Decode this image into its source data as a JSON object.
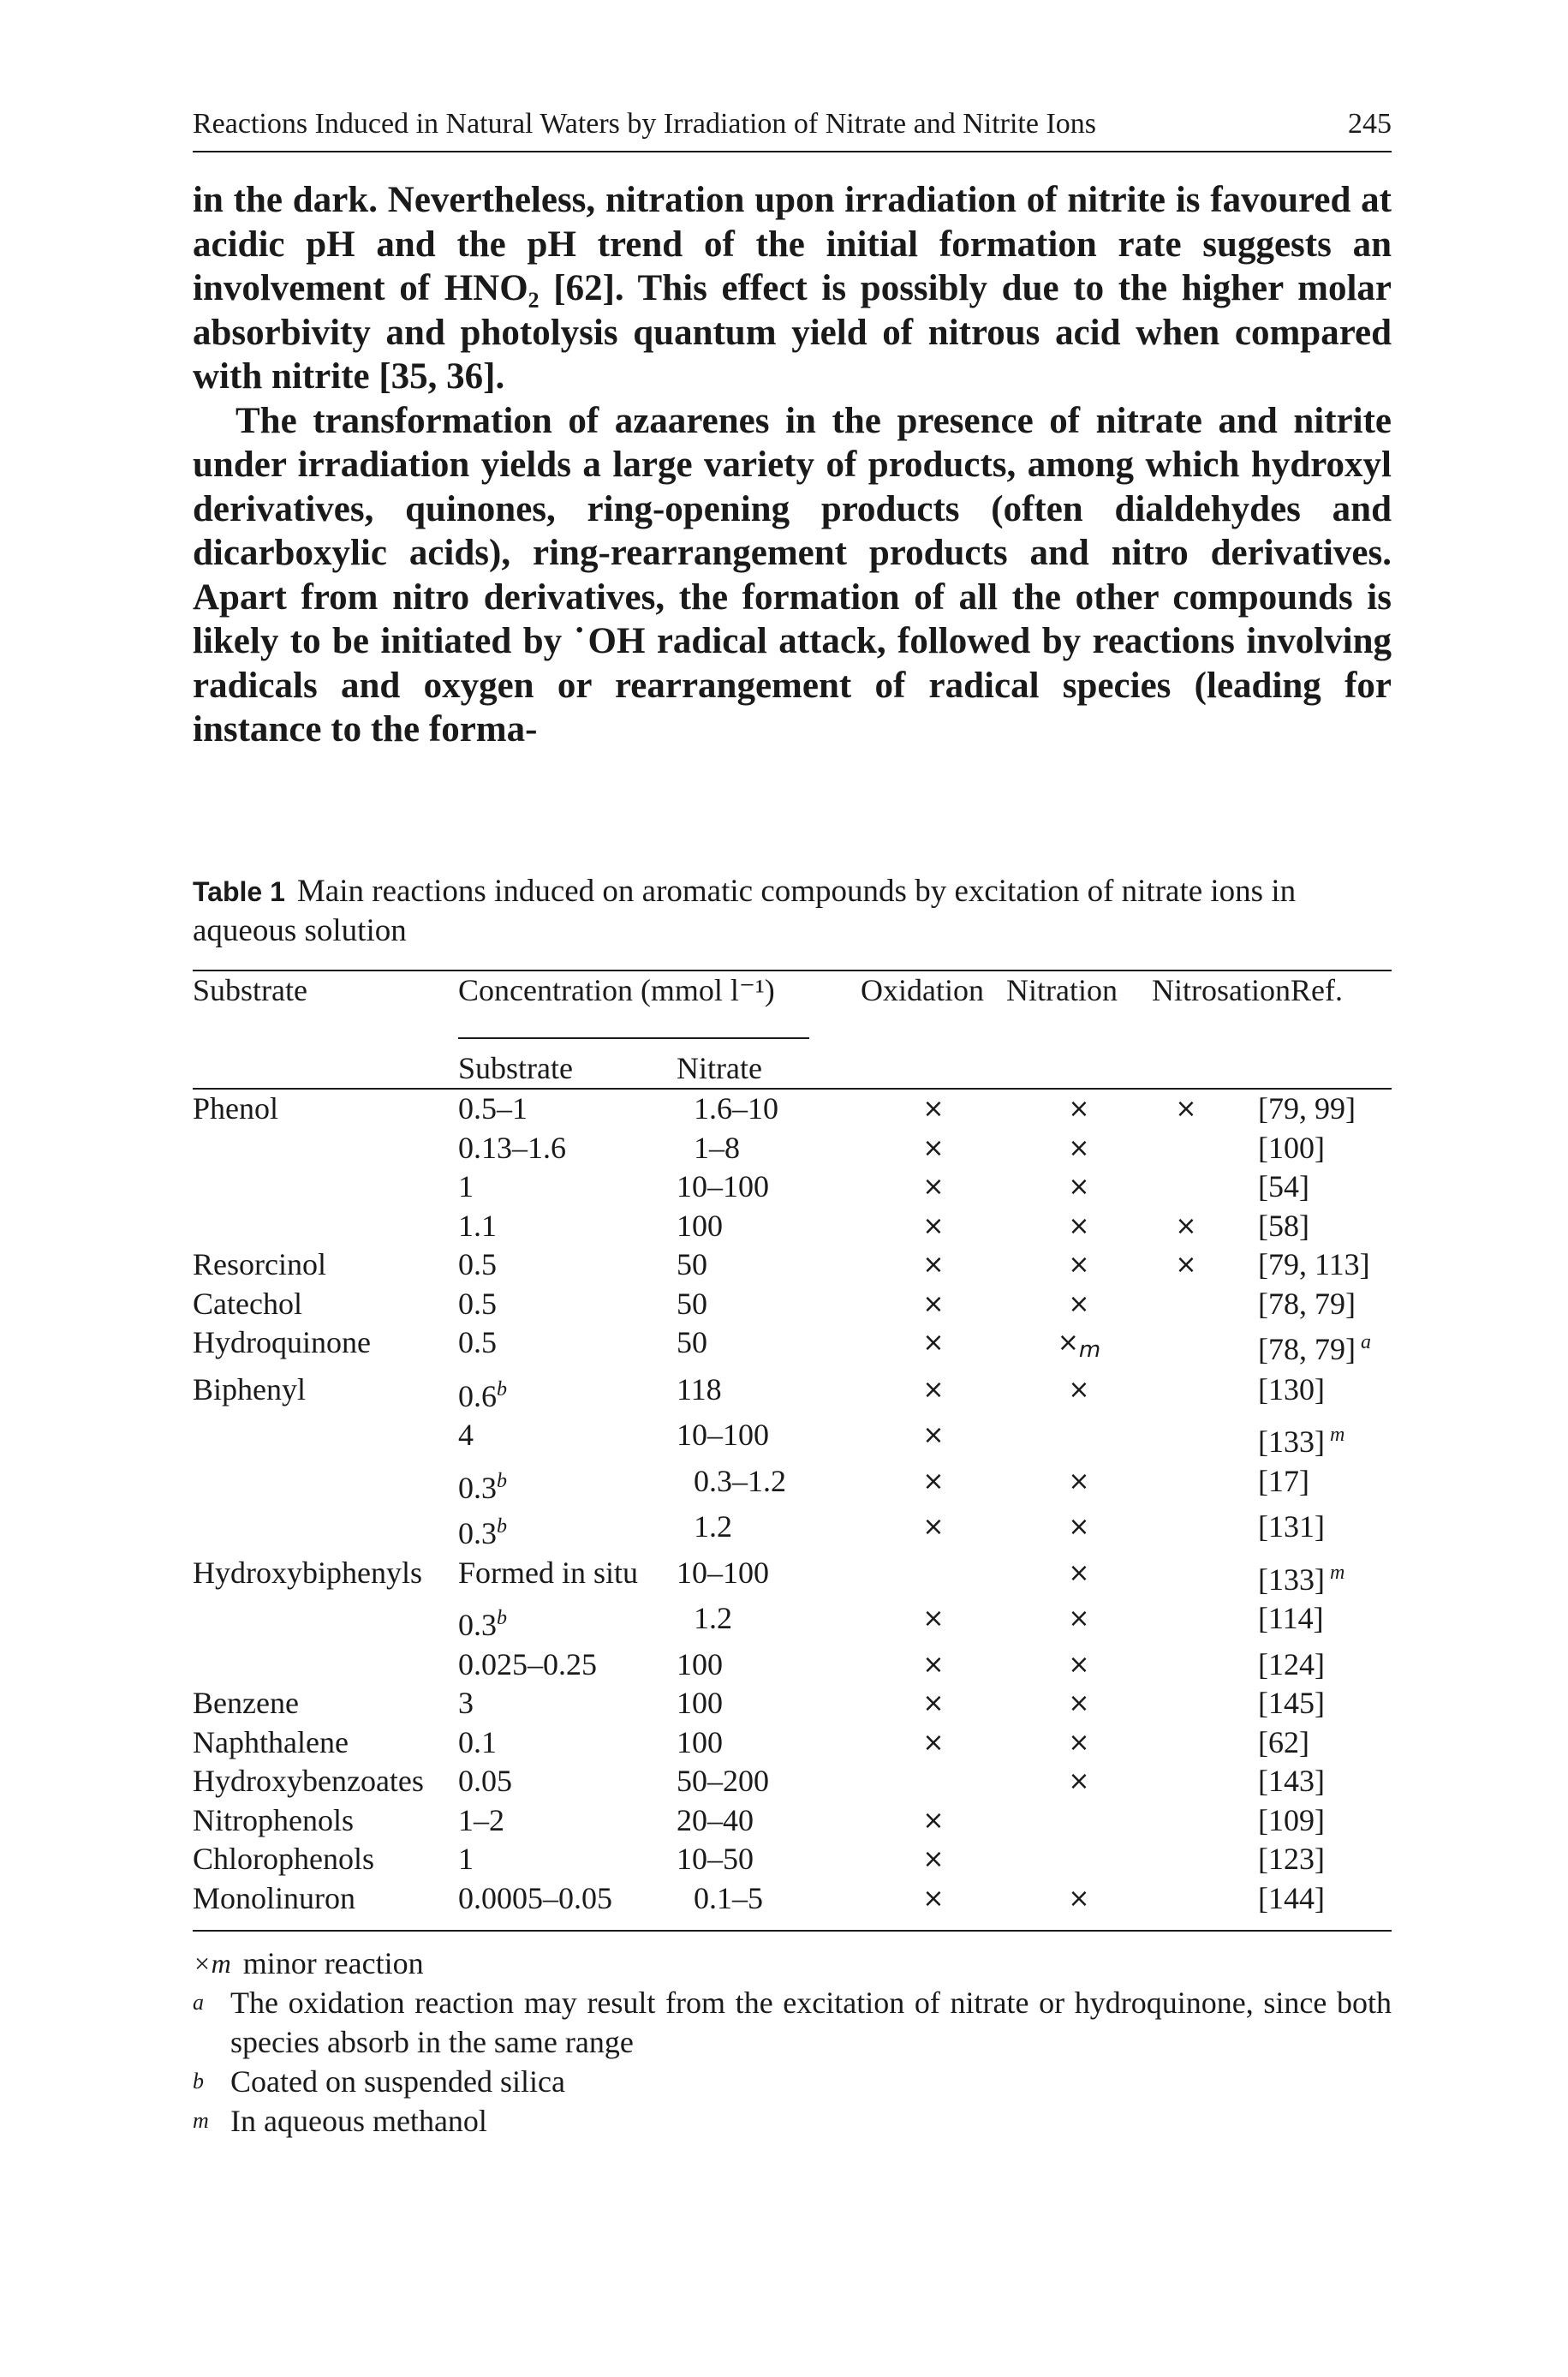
{
  "running_head": {
    "title": "Reactions Induced in Natural Waters by Irradiation of Nitrate and Nitrite Ions",
    "page_number": "245"
  },
  "body": {
    "paragraph1": "in the dark. Nevertheless, nitration upon irradiation of nitrite is favoured at acidic pH and the pH trend of the initial formation rate suggests an involvement of HNO₂ [62]. This effect is possibly due to the higher molar absorbivity and photolysis quantum yield of nitrous acid when compared with nitrite [35, 36].",
    "paragraph2": "The transformation of azaarenes in the presence of nitrate and nitrite under irradiation yields a large variety of products, among which hydroxyl derivatives, quinones, ring-opening products (often dialdehydes and dicarboxylic acids), ring-rearrangement products and nitro derivatives. Apart from nitro derivatives, the formation of all the other compounds is likely to be initiated by ˙OH radical attack, followed by reactions involving radicals and oxygen or rearrangement of radical species (leading for instance to the forma-"
  },
  "table": {
    "caption_label": "Table 1",
    "caption_text": "Main reactions induced on aromatic compounds by excitation of nitrate ions in aqueous solution",
    "headers": {
      "substrate": "Substrate",
      "concentration": "Concentration (mmol l⁻¹)",
      "oxidation": "Oxidation",
      "nitration": "Nitration",
      "nitrosation": "Nitrosation",
      "ref": "Ref.",
      "conc_substrate": "Substrate",
      "conc_nitrate": "Nitrate"
    },
    "mark_symbol": "×",
    "rows": [
      {
        "substrate": "Phenol",
        "conc": "0.5–1",
        "conc_fn": "",
        "nitrate": "1.6–10",
        "ox": "×",
        "ni": "×",
        "ni_fn": "",
        "nis": "×",
        "ref": "[79, 99]",
        "ref_fn": ""
      },
      {
        "substrate": "",
        "conc": "0.13–1.6",
        "conc_fn": "",
        "nitrate": "1–8",
        "ox": "×",
        "ni": "×",
        "ni_fn": "",
        "nis": "",
        "ref": "[100]",
        "ref_fn": ""
      },
      {
        "substrate": "",
        "conc": "1",
        "conc_fn": "",
        "nitrate": "10–100",
        "ox": "×",
        "ni": "×",
        "ni_fn": "",
        "nis": "",
        "ref": "[54]",
        "ref_fn": ""
      },
      {
        "substrate": "",
        "conc": "1.1",
        "conc_fn": "",
        "nitrate": "100",
        "ox": "×",
        "ni": "×",
        "ni_fn": "",
        "nis": "×",
        "ref": "[58]",
        "ref_fn": ""
      },
      {
        "substrate": "Resorcinol",
        "conc": "0.5",
        "conc_fn": "",
        "nitrate": "50",
        "ox": "×",
        "ni": "×",
        "ni_fn": "",
        "nis": "×",
        "ref": "[79, 113]",
        "ref_fn": ""
      },
      {
        "substrate": "Catechol",
        "conc": "0.5",
        "conc_fn": "",
        "nitrate": "50",
        "ox": "×",
        "ni": "×",
        "ni_fn": "",
        "nis": "",
        "ref": "[78, 79]",
        "ref_fn": ""
      },
      {
        "substrate": "Hydroquinone",
        "conc": "0.5",
        "conc_fn": "",
        "nitrate": "50",
        "ox": "×",
        "ni": "×",
        "ni_fn": "m",
        "nis": "",
        "ref": "[78, 79]",
        "ref_fn": "a"
      },
      {
        "substrate": "Biphenyl",
        "conc": "0.6",
        "conc_fn": "b",
        "nitrate": "118",
        "ox": "×",
        "ni": "×",
        "ni_fn": "",
        "nis": "",
        "ref": "[130]",
        "ref_fn": ""
      },
      {
        "substrate": "",
        "conc": "4",
        "conc_fn": "",
        "nitrate": "10–100",
        "ox": "×",
        "ni": "",
        "ni_fn": "",
        "nis": "",
        "ref": "[133]",
        "ref_fn": "m"
      },
      {
        "substrate": "",
        "conc": "0.3",
        "conc_fn": "b",
        "nitrate": "0.3–1.2",
        "ox": "×",
        "ni": "×",
        "ni_fn": "",
        "nis": "",
        "ref": "[17]",
        "ref_fn": ""
      },
      {
        "substrate": "",
        "conc": "0.3",
        "conc_fn": "b",
        "nitrate": "1.2",
        "ox": "×",
        "ni": "×",
        "ni_fn": "",
        "nis": "",
        "ref": "[131]",
        "ref_fn": ""
      },
      {
        "substrate": "Hydroxybiphenyls",
        "conc": "Formed in situ",
        "conc_fn": "",
        "nitrate": "10–100",
        "ox": "",
        "ni": "×",
        "ni_fn": "",
        "nis": "",
        "ref": "[133]",
        "ref_fn": "m"
      },
      {
        "substrate": "",
        "conc": "0.3",
        "conc_fn": "b",
        "nitrate": "1.2",
        "ox": "×",
        "ni": "×",
        "ni_fn": "",
        "nis": "",
        "ref": "[114]",
        "ref_fn": ""
      },
      {
        "substrate": "",
        "conc": "0.025–0.25",
        "conc_fn": "",
        "nitrate": "100",
        "ox": "×",
        "ni": "×",
        "ni_fn": "",
        "nis": "",
        "ref": "[124]",
        "ref_fn": ""
      },
      {
        "substrate": "Benzene",
        "conc": "3",
        "conc_fn": "",
        "nitrate": "100",
        "ox": "×",
        "ni": "×",
        "ni_fn": "",
        "nis": "",
        "ref": "[145]",
        "ref_fn": ""
      },
      {
        "substrate": "Naphthalene",
        "conc": "0.1",
        "conc_fn": "",
        "nitrate": "100",
        "ox": "×",
        "ni": "×",
        "ni_fn": "",
        "nis": "",
        "ref": "[62]",
        "ref_fn": ""
      },
      {
        "substrate": "Hydroxybenzoates",
        "conc": "0.05",
        "conc_fn": "",
        "nitrate": "50–200",
        "ox": "",
        "ni": "×",
        "ni_fn": "",
        "nis": "",
        "ref": "[143]",
        "ref_fn": ""
      },
      {
        "substrate": "Nitrophenols",
        "conc": "1–2",
        "conc_fn": "",
        "nitrate": "20–40",
        "ox": "×",
        "ni": "",
        "ni_fn": "",
        "nis": "",
        "ref": "[109]",
        "ref_fn": ""
      },
      {
        "substrate": "Chlorophenols",
        "conc": "1",
        "conc_fn": "",
        "nitrate": "10–50",
        "ox": "×",
        "ni": "",
        "ni_fn": "",
        "nis": "",
        "ref": "[123]",
        "ref_fn": ""
      },
      {
        "substrate": "Monolinuron",
        "conc": "0.0005–0.05",
        "conc_fn": "",
        "nitrate": "0.1–5",
        "ox": "×",
        "ni": "×",
        "ni_fn": "",
        "nis": "",
        "ref": "[144]",
        "ref_fn": ""
      }
    ],
    "footnotes": [
      {
        "symbol": "×m",
        "text": "minor reaction"
      },
      {
        "symbol": "a",
        "text": "The oxidation reaction may result from the excitation of nitrate or hydroquinone, since both species absorb in the same range"
      },
      {
        "symbol": "b",
        "text": "Coated on suspended silica"
      },
      {
        "symbol": "m",
        "text": "In aqueous methanol"
      }
    ]
  }
}
